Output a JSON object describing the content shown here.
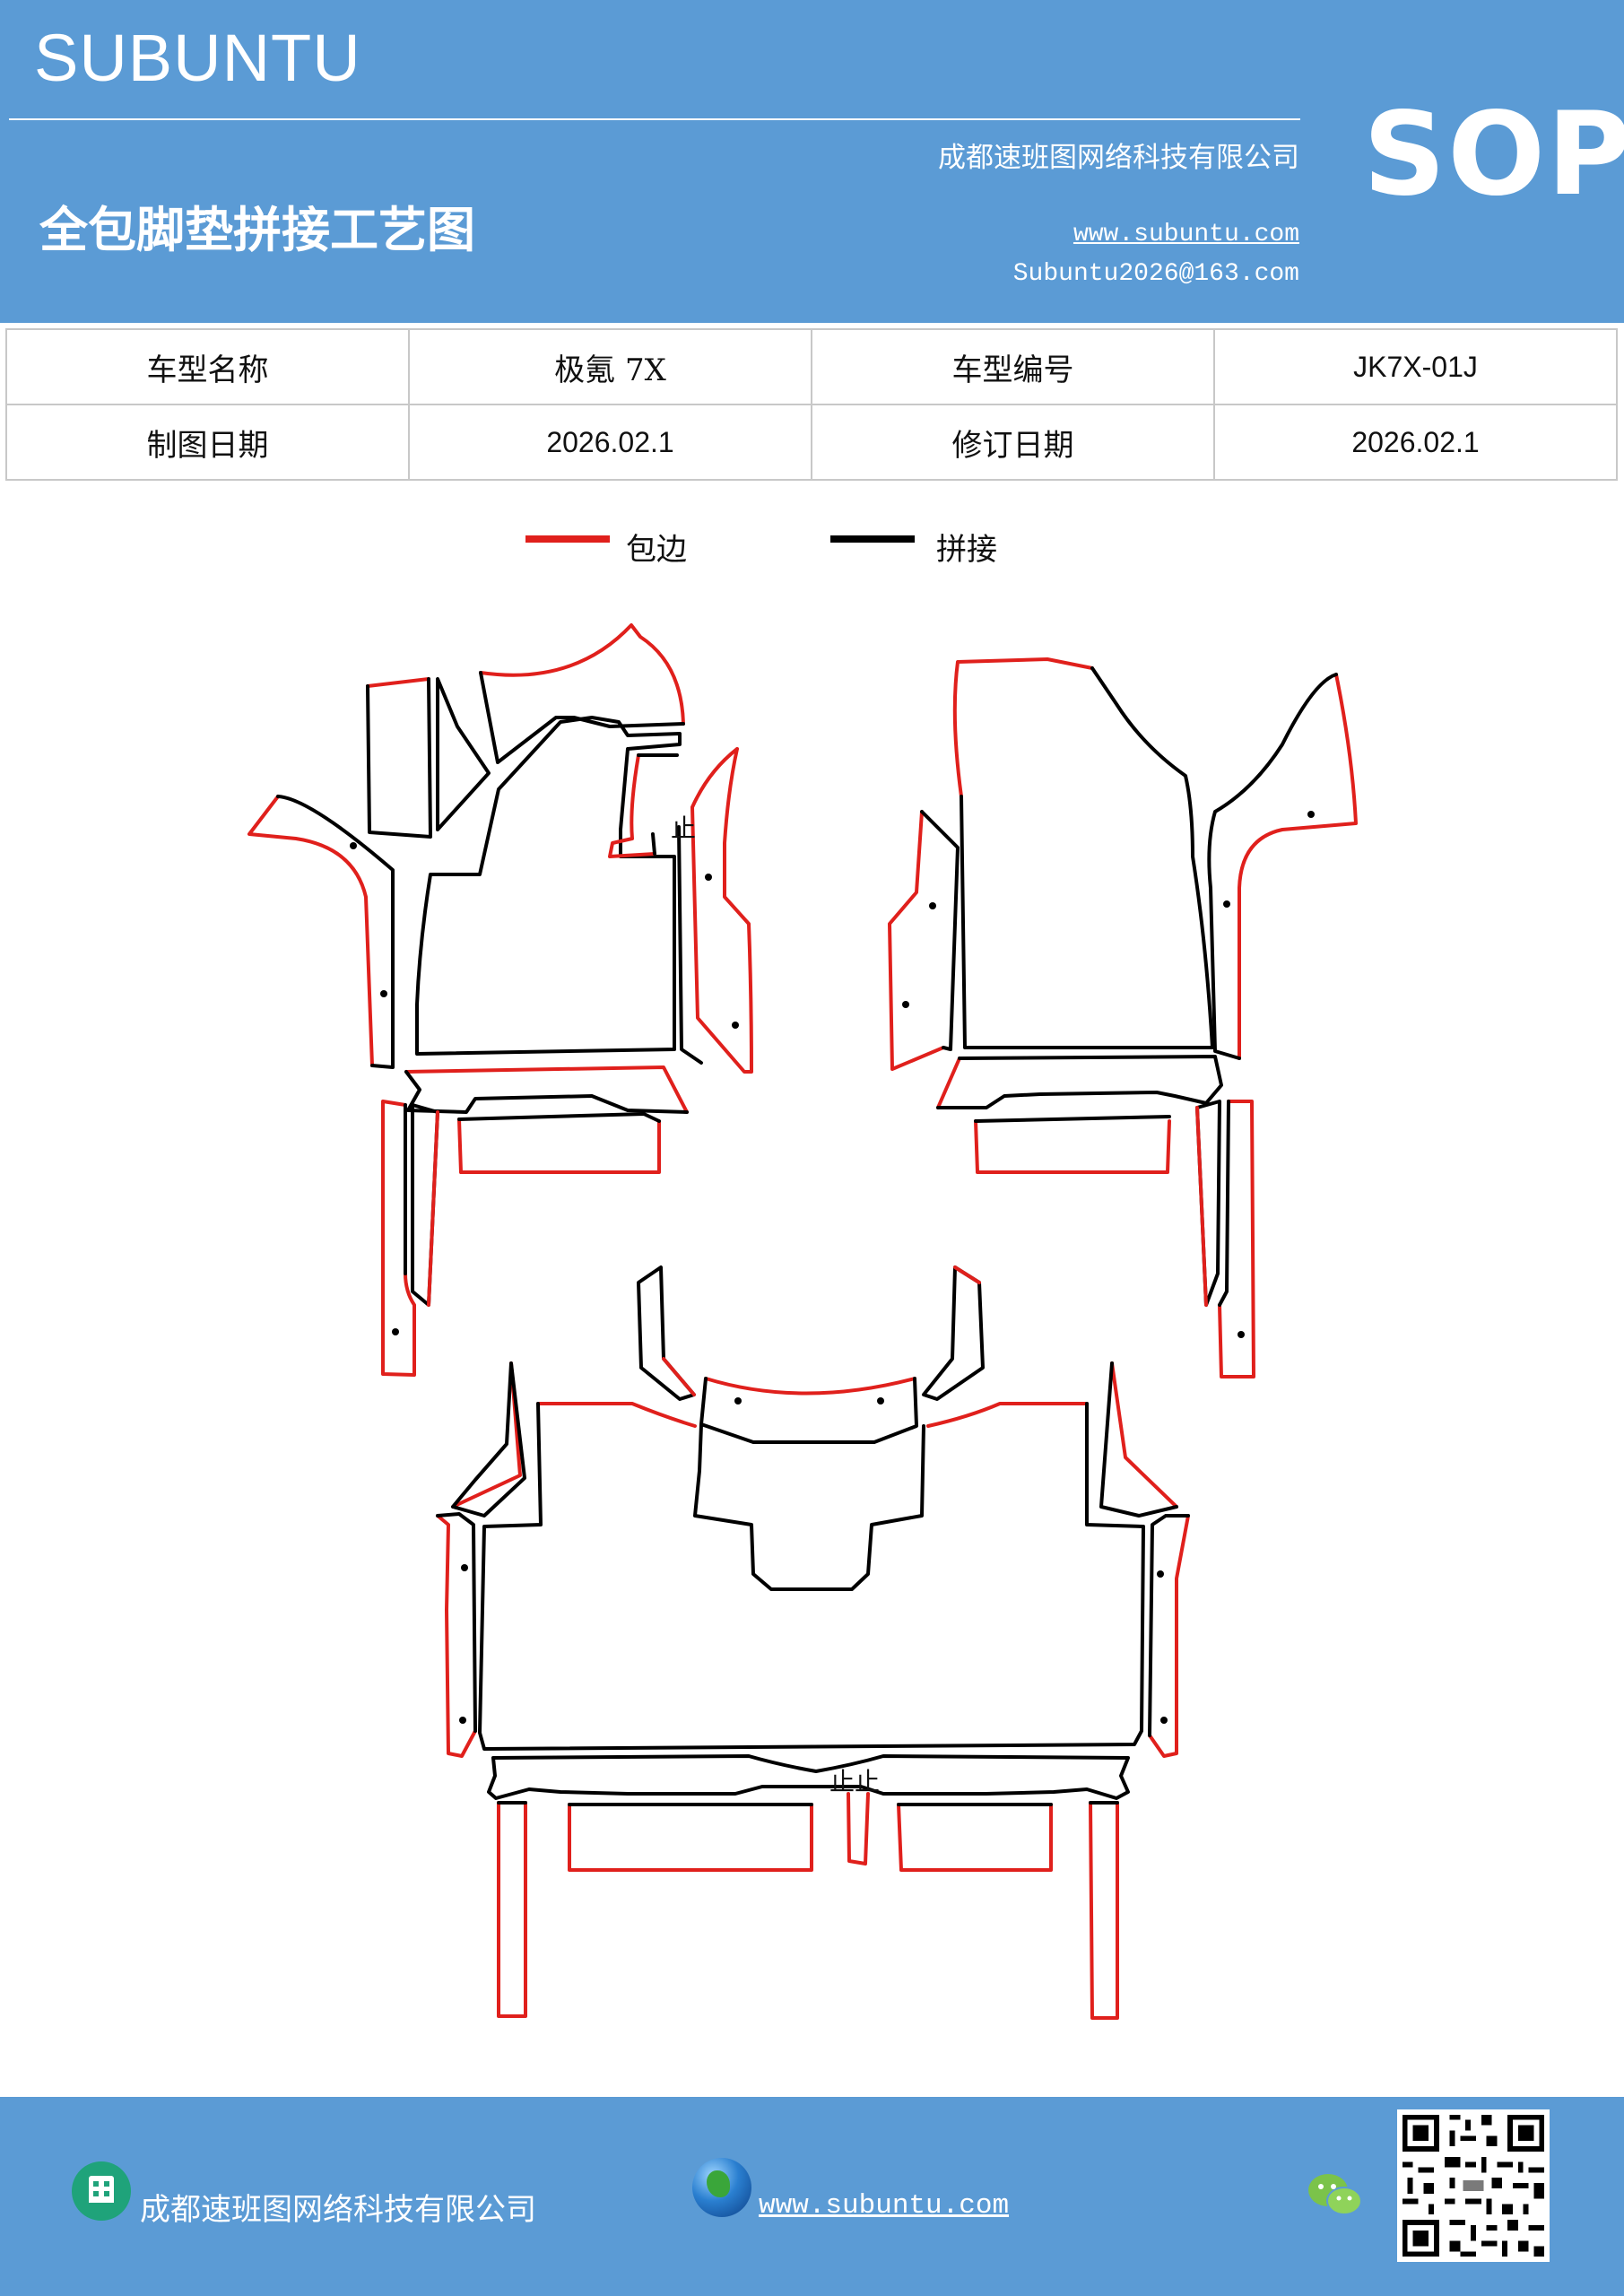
{
  "header": {
    "brand": "SUBUNTU",
    "doc_title": "全包脚垫拼接工艺图",
    "company": "成都速班图网络科技有限公司",
    "website": "www.subuntu.com",
    "email": "Subuntu2026@163.com",
    "badge": "SOP"
  },
  "info": {
    "model_name_label": "车型名称",
    "model_name_value": "极氪 7X",
    "model_code_label": "车型编号",
    "model_code_value": "JK7X-01J",
    "draw_date_label": "制图日期",
    "draw_date_value": "2026.02.1",
    "rev_date_label": "修订日期",
    "rev_date_value": "2026.02.1"
  },
  "legend": {
    "edge_label": "包边",
    "edge_color": "#e0201c",
    "seam_label": "拼接",
    "seam_color": "#000000"
  },
  "drawing": {
    "mark_front_left": "止",
    "mark_rear_center": "止止"
  },
  "footer": {
    "company": "成都速班图网络科技有限公司",
    "website": "www.subuntu.com ",
    "icons": [
      "building-icon",
      "globe-icon",
      "wechat-icon",
      "qr-code"
    ]
  }
}
